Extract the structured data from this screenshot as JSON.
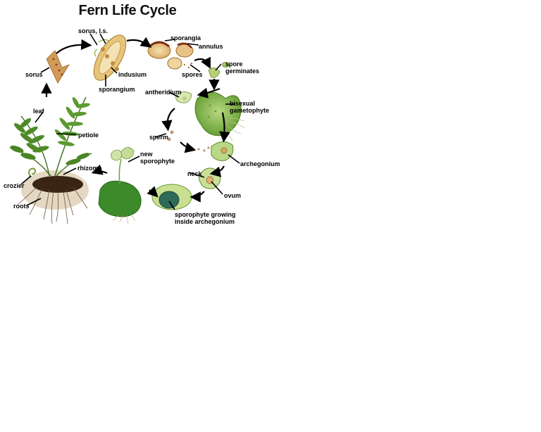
{
  "title": "Fern Life Cycle",
  "labels": {
    "sorus_ls": "sorus, l.s.",
    "sporangia": "sporangia",
    "annulus": "annulus",
    "sorus": "sorus",
    "indusium": "indusium",
    "spores": "spores",
    "spore_germinates_1": "spore",
    "spore_germinates_2": "germinates",
    "sporangium": "sporangium",
    "antheridium": "antheridium",
    "bisexual_1": "bisexual",
    "bisexual_2": "gametophyte",
    "leaf": "leaf",
    "petiole": "petiole",
    "sperm": "sperm",
    "new_sporophyte_1": "new",
    "new_sporophyte_2": "sporophyte",
    "archegonium": "archegonium",
    "rhizome": "rhizome",
    "neck": "neck",
    "crozier": "crozier",
    "ovum": "ovum",
    "roots": "roots",
    "growing_1": "sporophyte growing",
    "growing_2": "inside archegonium"
  }
}
